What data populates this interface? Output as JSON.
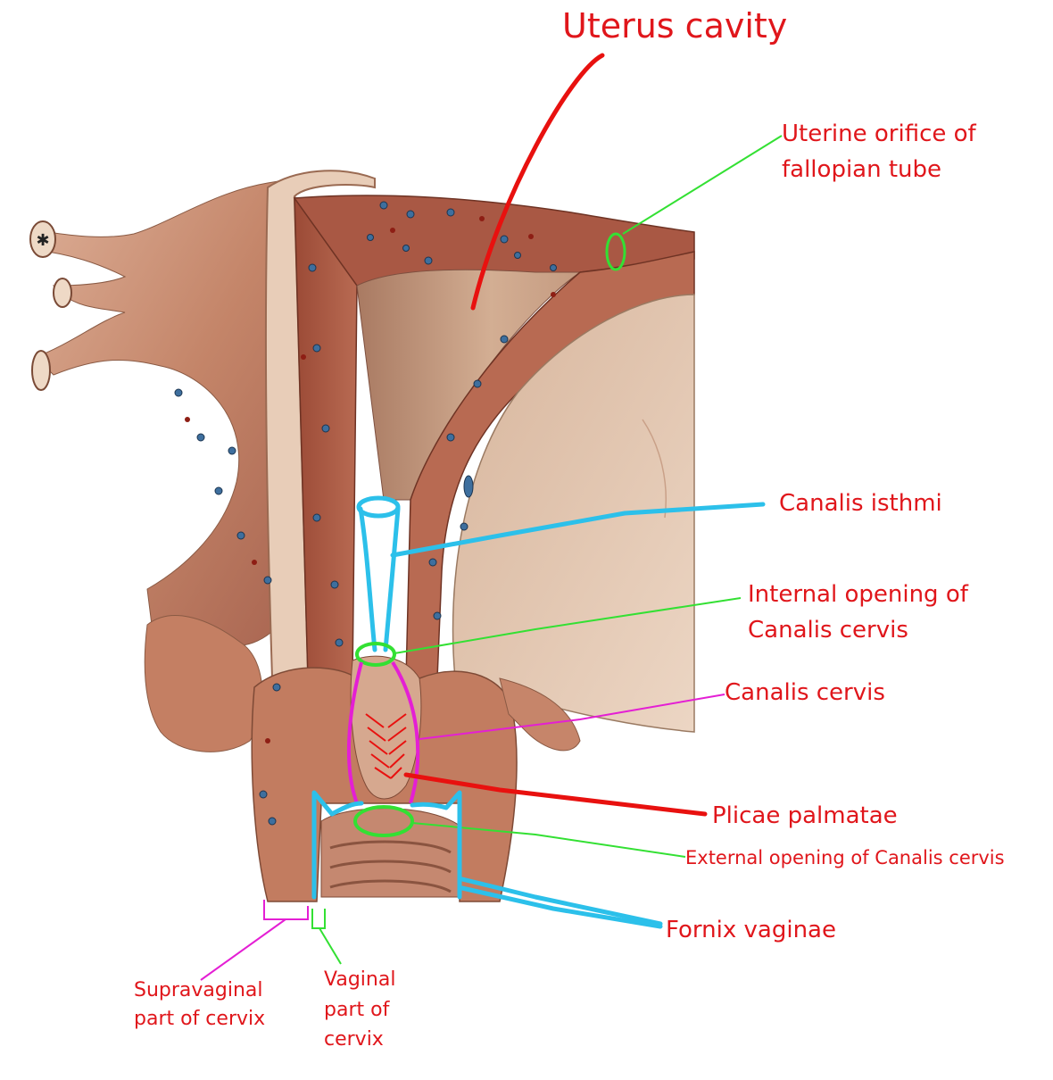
{
  "labels": {
    "uterus_cavity": "Uterus cavity",
    "uterine_orifice_line1": "Uterine orifice of",
    "uterine_orifice_line2": "fallopian tube",
    "canalis_isthmi": "Canalis isthmi",
    "internal_opening_line1": "Internal opening of",
    "internal_opening_line2": "Canalis cervis",
    "canalis_cervis": "Canalis cervis",
    "plicae_palmatae": "Plicae palmatae",
    "external_opening": "External opening of Canalis cervis",
    "fornix_vaginae": "Fornix vaginae",
    "supravaginal_line1": "Supravaginal",
    "supravaginal_line2": "part of cervix",
    "vaginal_line1": "Vaginal",
    "vaginal_line2": "part of",
    "vaginal_line3": "cervix"
  },
  "colors": {
    "label_text": "#e0161b",
    "red_marker": "#e8110f",
    "blue_marker": "#2cc0ea",
    "green_marker": "#33e033",
    "magenta_marker": "#e41fd4",
    "tissue_light": "#d9a58c",
    "tissue_mid": "#b9745c",
    "tissue_dark": "#8a3f2c",
    "cavity": "#c8a28a",
    "peritoneum": "#e5c6ae"
  }
}
